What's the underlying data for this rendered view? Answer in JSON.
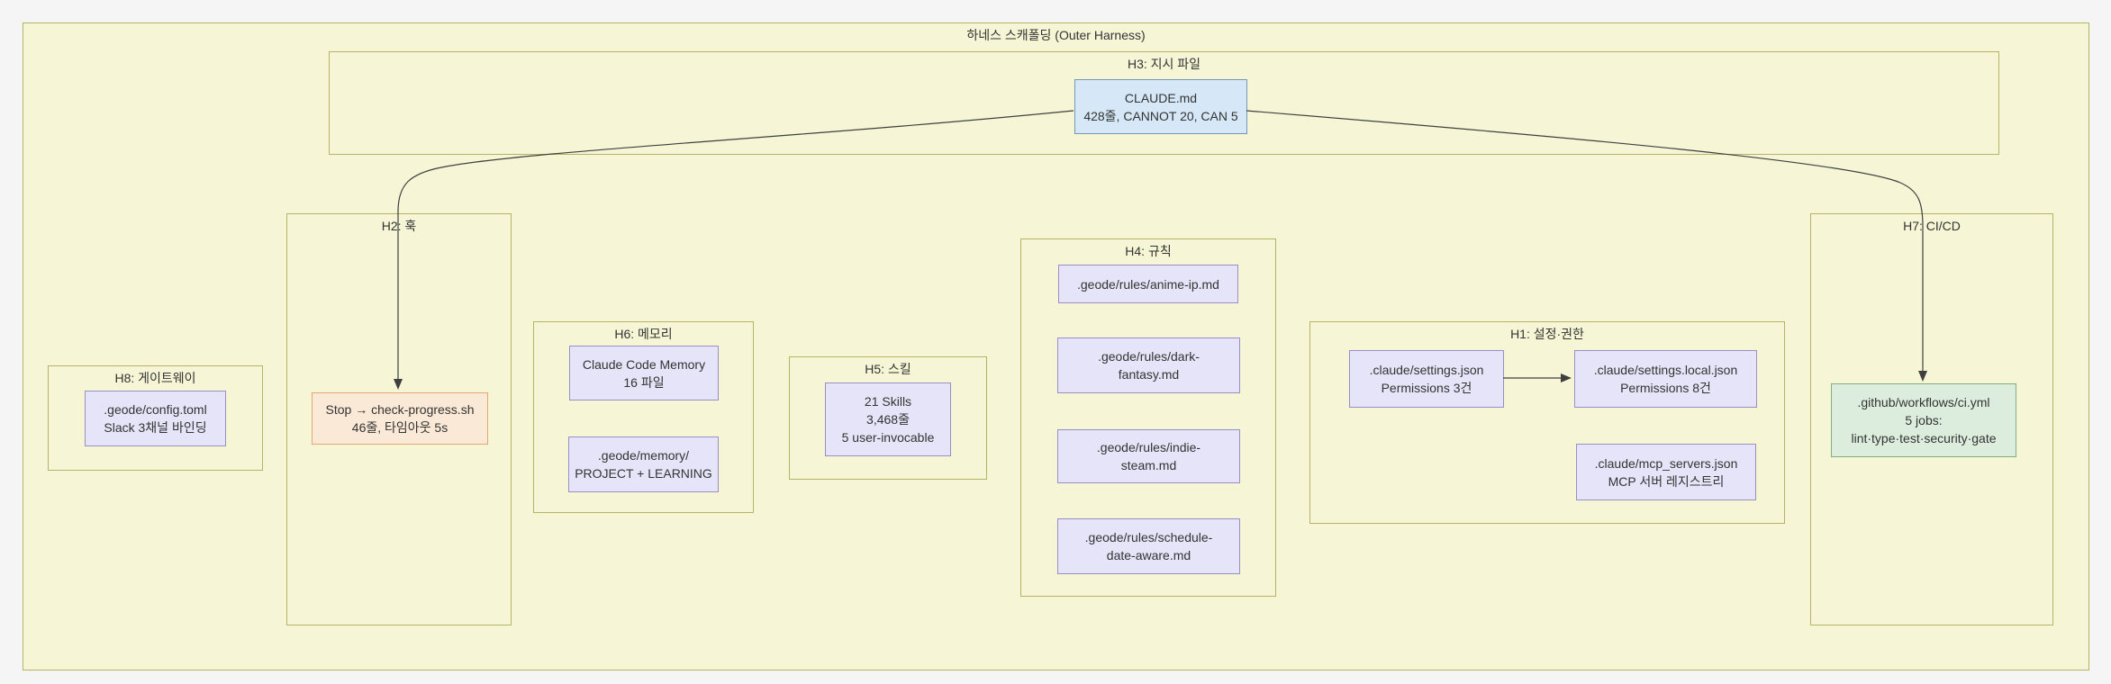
{
  "diagram_title": "하네스 스캐폴딩 (Outer Harness)",
  "colors": {
    "background": "#f5f5f5",
    "cluster_fill": "#f6f6d6",
    "cluster_border": "#b4b464",
    "node_lavender_fill": "#e6e4f8",
    "node_lavender_border": "#998fc6",
    "node_blue_fill": "#d6e8f7",
    "node_blue_border": "#7596b5",
    "node_orange_fill": "#fbe9d7",
    "node_orange_border": "#e2a86f",
    "node_green_fill": "#ddeddd",
    "node_green_border": "#7fae7f",
    "edge": "#3f3f3f",
    "text": "#333333"
  },
  "groups": {
    "h3": {
      "label": "H3: 지시 파일",
      "node_claude": {
        "line1": "CLAUDE.md",
        "line2": "428줄, CANNOT 20, CAN 5"
      }
    },
    "h2": {
      "label": "H2: 훅",
      "node_stop": {
        "line1": "Stop → check-progress.sh",
        "line2": "46줄, 타임아웃 5s"
      }
    },
    "h8": {
      "label": "H8: 게이트웨이",
      "node_config": {
        "line1": ".geode/config.toml",
        "line2": "Slack 3채널 바인딩"
      }
    },
    "h6": {
      "label": "H6: 메모리",
      "node_claude_memory": {
        "line1": "Claude Code Memory",
        "line2": "16 파일"
      },
      "node_geode_memory": {
        "line1": ".geode/memory/",
        "line2": "PROJECT + LEARNING"
      }
    },
    "h5": {
      "label": "H5: 스킬",
      "node_skills": {
        "line1": "21 Skills",
        "line2": "3,468줄",
        "line3": "5 user-invocable"
      }
    },
    "h4": {
      "label": "H4: 규칙",
      "node_anime_ip": {
        "line1": ".geode/rules/anime-ip.md"
      },
      "node_dark_fantasy": {
        "line1": ".geode/rules/dark-",
        "line2": "fantasy.md"
      },
      "node_indie_steam": {
        "line1": ".geode/rules/indie-",
        "line2": "steam.md"
      },
      "node_schedule": {
        "line1": ".geode/rules/schedule-",
        "line2": "date-aware.md"
      }
    },
    "h1": {
      "label": "H1: 설정·권한",
      "node_settings": {
        "line1": ".claude/settings.json",
        "line2": "Permissions 3건"
      },
      "node_settings_local": {
        "line1": ".claude/settings.local.json",
        "line2": "Permissions 8건"
      },
      "node_mcp_servers": {
        "line1": ".claude/mcp_servers.json",
        "line2": "MCP 서버 레지스트리"
      }
    },
    "h7": {
      "label": "H7: CI/CD",
      "node_ci": {
        "line1": ".github/workflows/ci.yml",
        "line2": "5 jobs:",
        "line3": "lint·type·test·security·gate"
      }
    }
  },
  "edges": [
    {
      "from": "CLAUDE.md",
      "to": "Stop → check-progress.sh"
    },
    {
      "from": "CLAUDE.md",
      "to": ".github/workflows/ci.yml"
    },
    {
      "from": ".claude/settings.json",
      "to": ".claude/settings.local.json"
    }
  ]
}
